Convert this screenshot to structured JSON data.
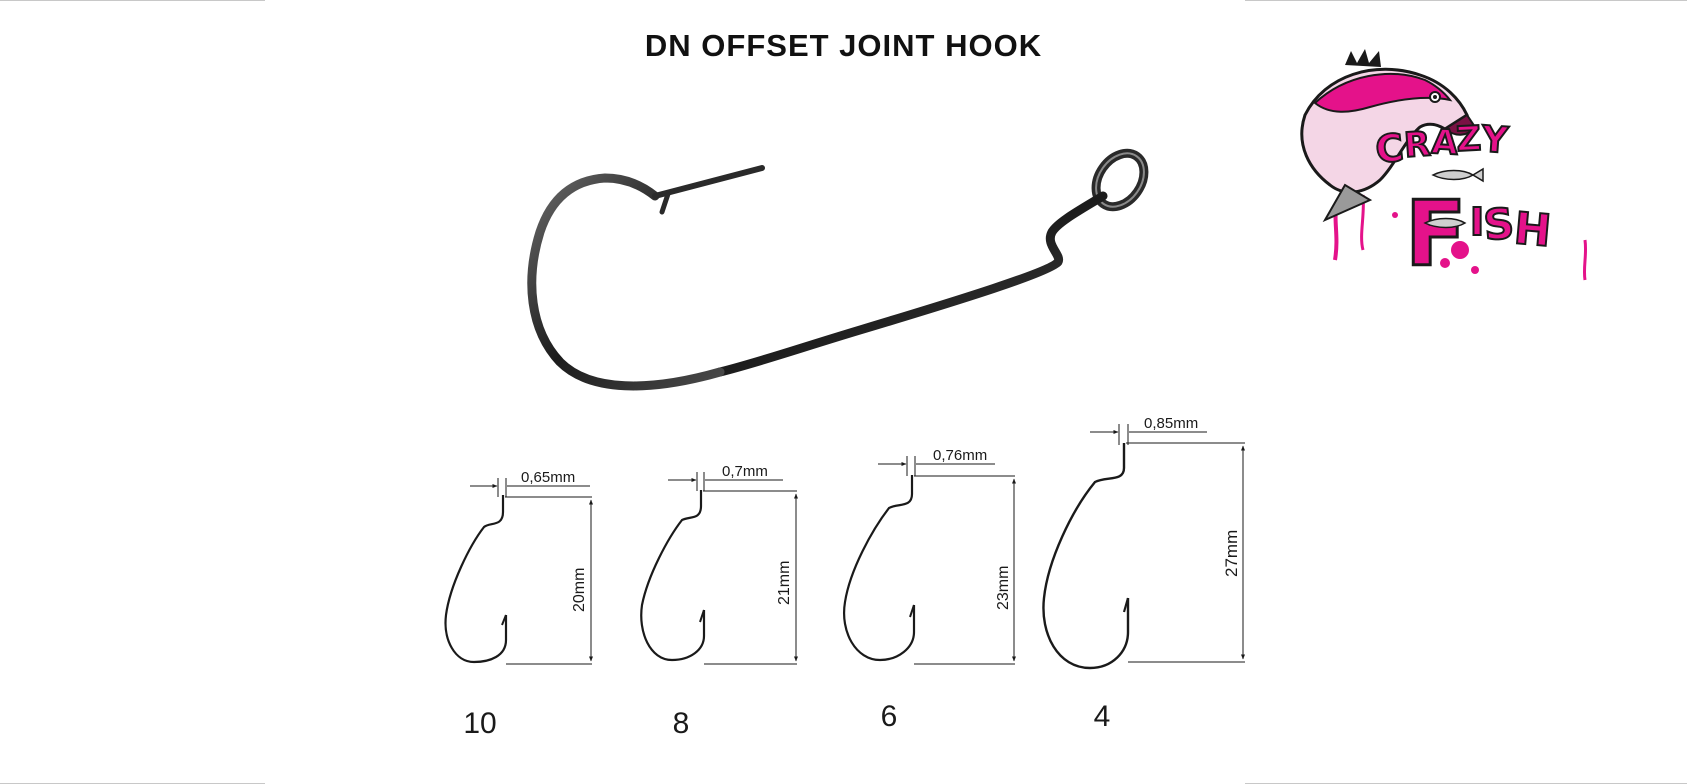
{
  "title": "DN OFFSET JOINT HOOK",
  "brand": {
    "logo_text": [
      "CRAZY",
      "FISH"
    ],
    "accent_color": "#e4128a"
  },
  "hooks": [
    {
      "size": "10",
      "wire": "0,65mm",
      "length": "20mm"
    },
    {
      "size": "8",
      "wire": "0,7mm",
      "length": "21mm"
    },
    {
      "size": "6",
      "wire": "0,76mm",
      "length": "23mm"
    },
    {
      "size": "4",
      "wire": "0,85mm",
      "length": "27mm"
    }
  ],
  "colors": {
    "hook_metal": "#2a2a2a",
    "line": "#1a1a1a"
  }
}
